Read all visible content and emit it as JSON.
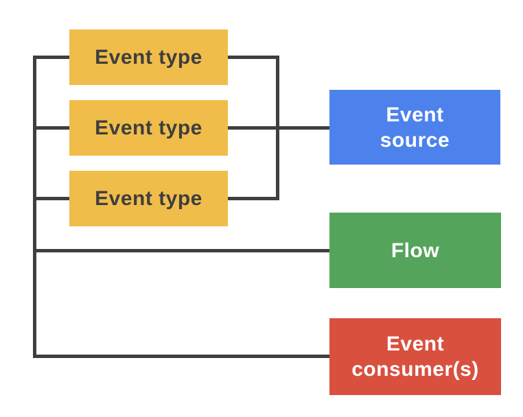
{
  "diagram": {
    "nodes": {
      "event_types": [
        {
          "label": "Event type"
        },
        {
          "label": "Event type"
        },
        {
          "label": "Event type"
        }
      ],
      "event_source": {
        "label": "Event\nsource"
      },
      "flow": {
        "label": "Flow"
      },
      "event_consumer": {
        "label": "Event\nconsumer(s)"
      }
    },
    "colors": {
      "background": "#FFFFFF",
      "event_type_bg": "#F0BD4A",
      "event_type_text": "#3E3E3E",
      "event_source_bg": "#4D82EC",
      "flow_bg": "#55A45C",
      "event_consumer_bg": "#D9503F",
      "light_text": "#FFFFFF",
      "connector": "#3F3F3F"
    }
  }
}
